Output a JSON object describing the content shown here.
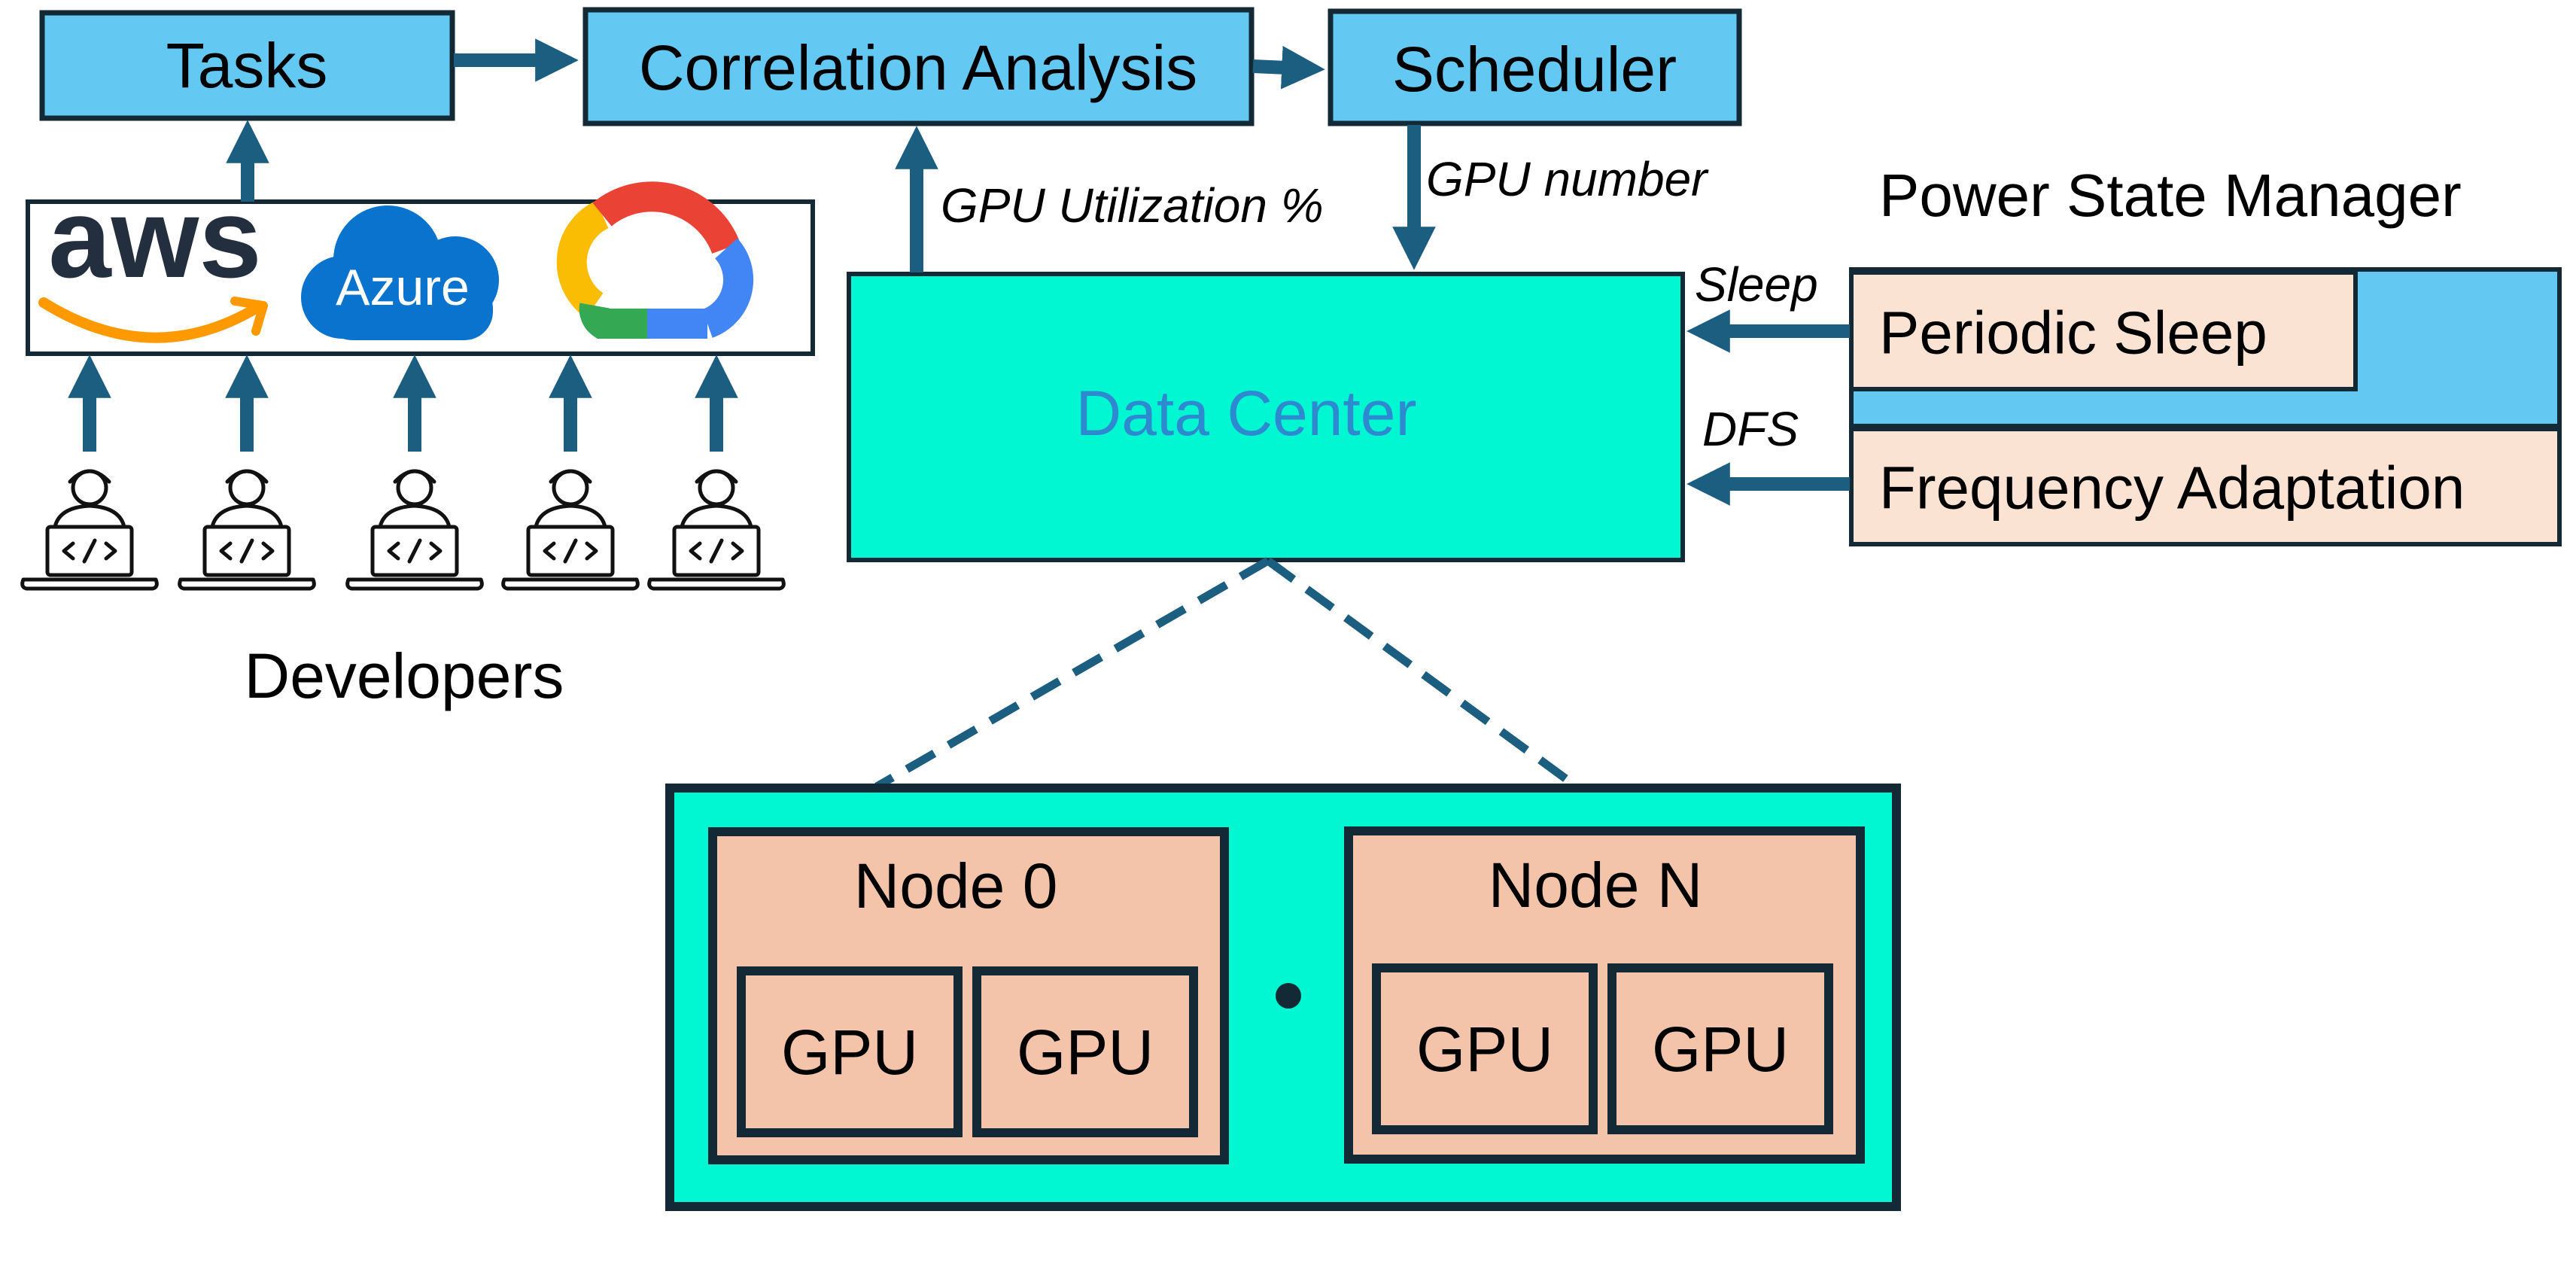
{
  "boxes": {
    "tasks": "Tasks",
    "correlation": "Correlation Analysis",
    "scheduler": "Scheduler",
    "data_center": "Data Center",
    "power_state_manager": "Power State Manager",
    "periodic_sleep": "Periodic Sleep",
    "frequency_adaptation": "Frequency Adaptation"
  },
  "edges": {
    "gpu_utilization": "GPU Utilization %",
    "gpu_number": "GPU number",
    "sleep": "Sleep",
    "dfs": "DFS"
  },
  "clouds": {
    "aws": "aws",
    "azure": "Azure"
  },
  "developers": {
    "label": "Developers",
    "count": 5
  },
  "nodes": [
    {
      "label": "Node 0",
      "gpus": [
        "GPU",
        "GPU"
      ]
    },
    {
      "label": "Node N",
      "gpus": [
        "GPU",
        "GPU"
      ]
    }
  ],
  "colors": {
    "blue_box": "#63c8f2",
    "data_center": "#00f7d2",
    "data_center_text": "#2d8ad0",
    "peach": "#fbe3d4",
    "node_fill": "#f4c4aa",
    "arrow": "#1b5e80",
    "dark": "#132a36",
    "azure": "#0a73cd"
  }
}
